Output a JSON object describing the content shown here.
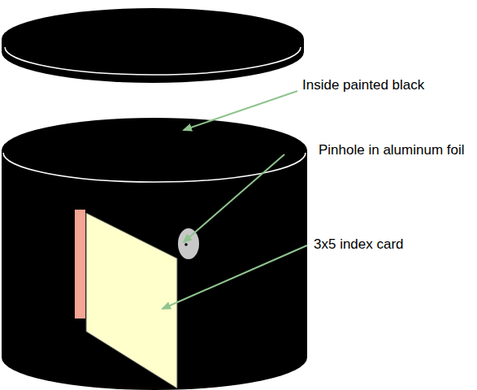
{
  "diagram": {
    "labels": [
      "Inside painted black",
      "Pinhole in aluminum foil",
      "3x5 index card"
    ]
  }
}
